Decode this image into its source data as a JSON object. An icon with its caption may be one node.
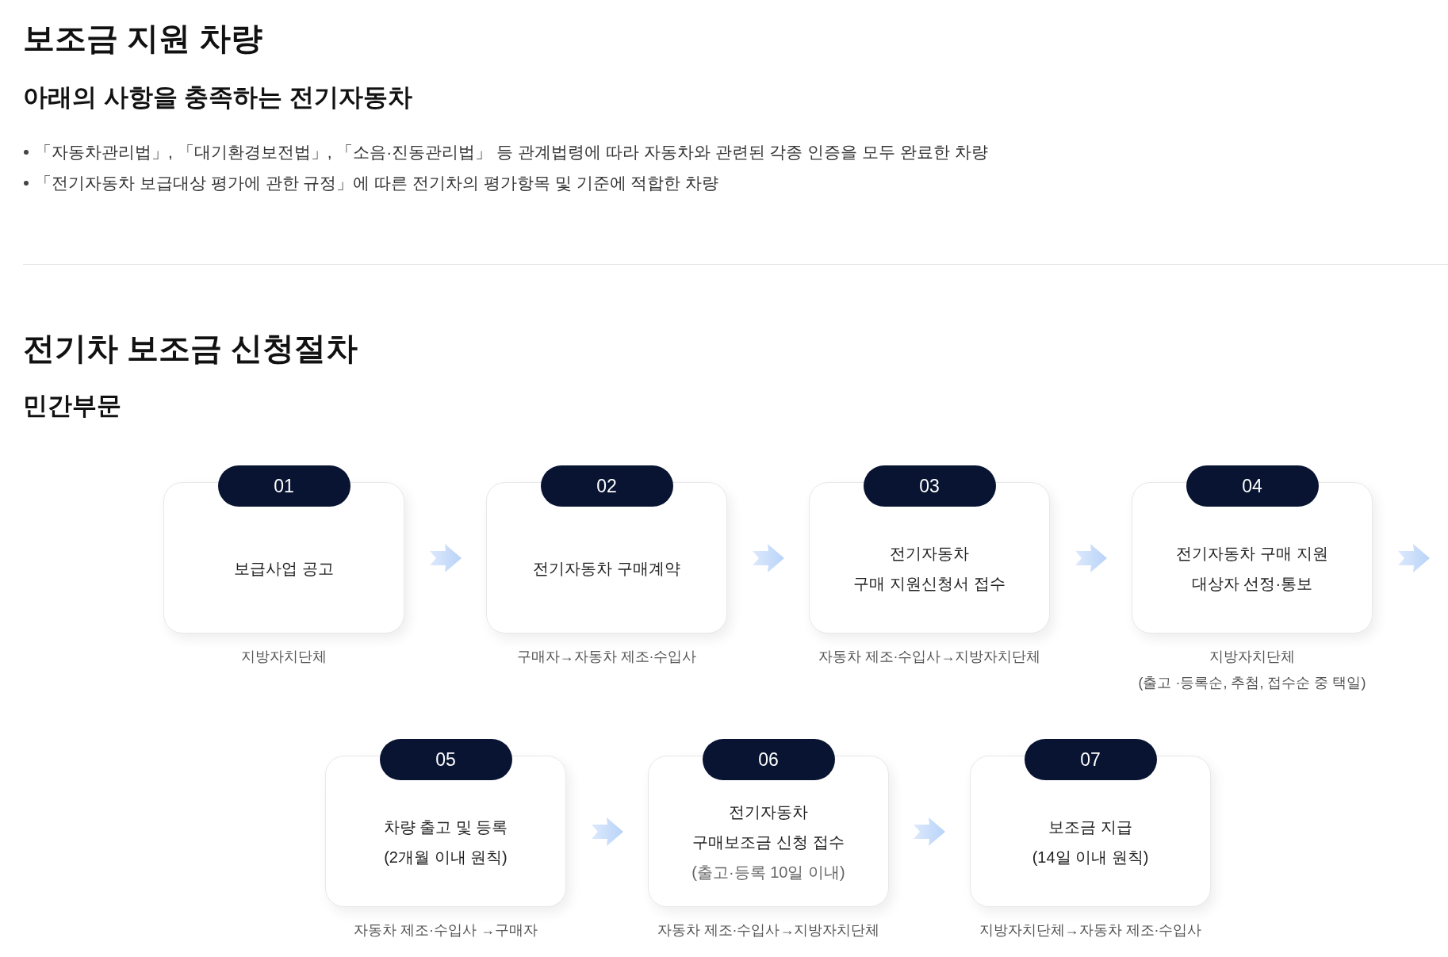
{
  "diagram": {
    "title": "보조금 지원 차량",
    "nodes": [
      {
        "text": [
          "01",
          "보급사업 공고"
        ],
        "beside": [
          "지방자치단체"
        ]
      },
      {
        "text": [
          "02",
          "전기자동차 구매계약"
        ],
        "beside": [
          "구매자→자동차 제조·수입사"
        ]
      },
      {
        "text": [
          "03",
          "전기자동차 구매 지원신청서 접수"
        ],
        "beside": [
          "자동차 제조·수입사→지방자치단체"
        ]
      },
      {
        "text": [
          "04",
          "전기자동차 구매 지원 대상자 선정·통보"
        ],
        "beside": [
          "지방자치단체",
          "(출고 ·등록순, 추첨, 접수순 중 택일)"
        ]
      },
      {
        "text": [
          "05",
          "차량 출고 및 등록 (2개월 이내 원칙)"
        ],
        "beside": [
          "자동차 제조·수입사 →구매자"
        ]
      },
      {
        "text": [
          "06",
          "전기자동차 구매보조금 신청 접수",
          "(출고·등록 10일 이내)"
        ],
        "beside": [
          "자동차 제조·수입사→지방자치단체"
        ]
      },
      {
        "text": [
          "07",
          "보조금 지급 (14일 이내 원칙)"
        ],
        "beside": [
          "지방자치단체→자동차 제조·수입사"
        ]
      }
    ],
    "edges": [
      {
        "from": 0,
        "to": 1,
        "arrow": "to"
      },
      {
        "from": 1,
        "to": 2,
        "arrow": "to"
      },
      {
        "from": 2,
        "to": 3,
        "arrow": "to"
      },
      {
        "from": 3,
        "to": null,
        "arrow": "to"
      },
      {
        "from": 4,
        "to": 5,
        "arrow": "to"
      },
      {
        "from": 5,
        "to": 6,
        "arrow": "to"
      }
    ],
    "labels": [
      "아래의 사항을 충족하는 전기자동차",
      "「자동차관리법」, 「대기환경보전법」, 「소음·진동관리법」 등 관계법령에 따라 자동차와 관련된 각종 인증을 모두 완료한 차량",
      "「전기자동차 보급대상 평가에 관한 규정」에 따른 전기차의 평가항목 및 기준에 적합한 차량",
      "전기차 보조금 신청절차",
      "민간부문"
    ]
  }
}
